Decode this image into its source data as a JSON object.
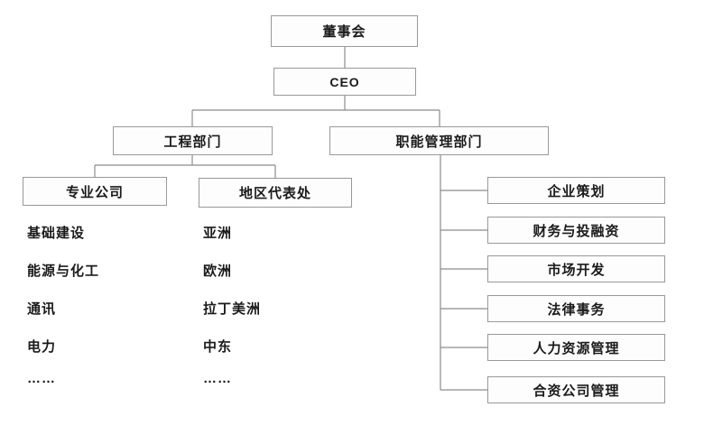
{
  "org": {
    "board": "董事会",
    "ceo": "CEO",
    "engineering_dept": "工程部门",
    "functional_dept": "职能管理部门",
    "professional_companies": "专业公司",
    "regional_offices": "地区代表处",
    "professional_list": [
      "基础建设",
      "能源与化工",
      "通讯",
      "电力",
      "……"
    ],
    "regional_list": [
      "亚洲",
      "欧洲",
      "拉丁美洲",
      "中东",
      "……"
    ],
    "functional_list": [
      "企业策划",
      "财务与投融资",
      "市场开发",
      "法律事务",
      "人力资源管理",
      "合资公司管理"
    ]
  },
  "colors": {
    "line": "#8c8c8c",
    "box_border": "#999999",
    "box_fill": "#fdfdfd",
    "text": "#1a1a1a"
  }
}
